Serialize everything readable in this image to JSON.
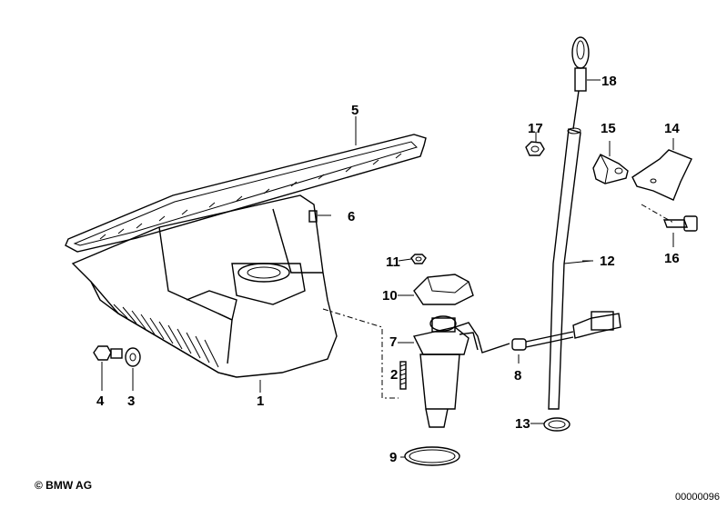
{
  "diagram": {
    "callouts": [
      {
        "id": "1",
        "text": "1"
      },
      {
        "id": "2",
        "text": "2"
      },
      {
        "id": "3",
        "text": "3"
      },
      {
        "id": "4",
        "text": "4"
      },
      {
        "id": "5",
        "text": "5"
      },
      {
        "id": "6",
        "text": "6"
      },
      {
        "id": "7",
        "text": "7"
      },
      {
        "id": "8",
        "text": "8"
      },
      {
        "id": "9",
        "text": "9"
      },
      {
        "id": "10",
        "text": "10"
      },
      {
        "id": "11",
        "text": "11"
      },
      {
        "id": "12",
        "text": "12"
      },
      {
        "id": "13",
        "text": "13"
      },
      {
        "id": "14",
        "text": "14"
      },
      {
        "id": "15",
        "text": "15"
      },
      {
        "id": "16",
        "text": "16"
      },
      {
        "id": "17",
        "text": "17"
      },
      {
        "id": "18",
        "text": "18"
      }
    ]
  },
  "footer": {
    "copyright": "© BMW AG",
    "figure_number": "00000096"
  }
}
